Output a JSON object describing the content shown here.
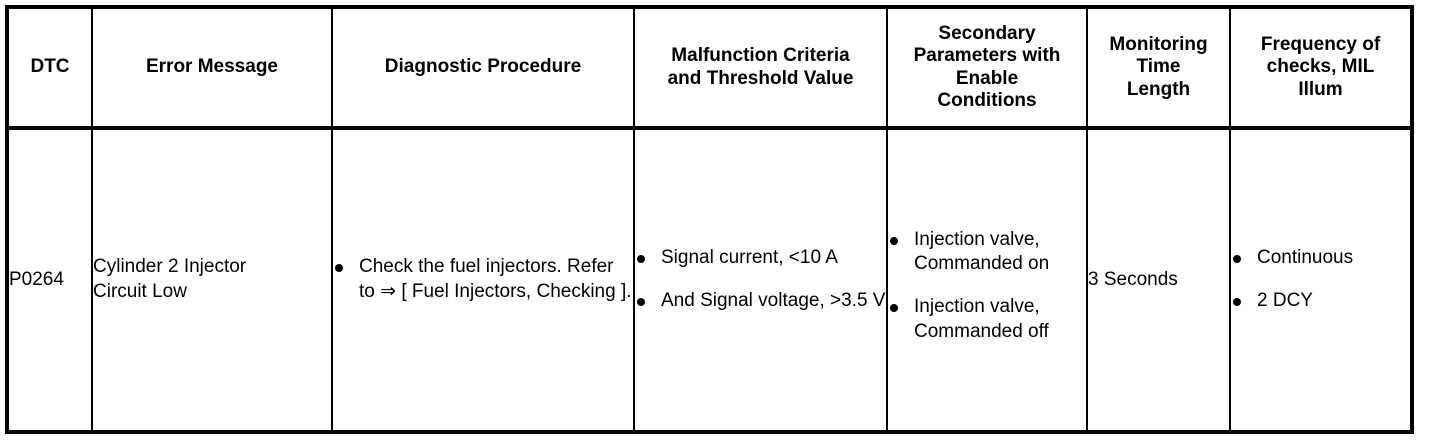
{
  "table": {
    "name": "OBD Diagnostic Trouble Code Detail Table",
    "columns": [
      {
        "key": "dtc",
        "header": "DTC"
      },
      {
        "key": "msg",
        "header": "Error Message"
      },
      {
        "key": "proc",
        "header": "Diagnostic Procedure"
      },
      {
        "key": "crit",
        "header": "Malfunction Criteria\nand Threshold Value"
      },
      {
        "key": "sec",
        "header": "Secondary\nParameters with\nEnable\nConditions"
      },
      {
        "key": "mon",
        "header": "Monitoring\nTime\nLength"
      },
      {
        "key": "freq",
        "header": "Frequency of\nchecks, MIL\nIllum"
      }
    ],
    "rows": [
      {
        "dtc": "P0264",
        "msg": "Cylinder 2 Injector\nCircuit Low",
        "proc_bullets": [
          "Check the fuel injectors. Refer to ⇒ [ Fuel Injectors, Checking ]."
        ],
        "crit_bullets": [
          "Signal current, <10 A",
          "And Signal voltage, >3.5 V"
        ],
        "sec_bullets": [
          "Injection valve, Commanded on",
          "Injection valve, Commanded off"
        ],
        "mon": "3 Seconds",
        "freq_bullets": [
          "Continuous",
          "2 DCY"
        ]
      }
    ]
  },
  "colors": {
    "border": "#000000",
    "text": "#000000",
    "background": "#ffffff"
  }
}
